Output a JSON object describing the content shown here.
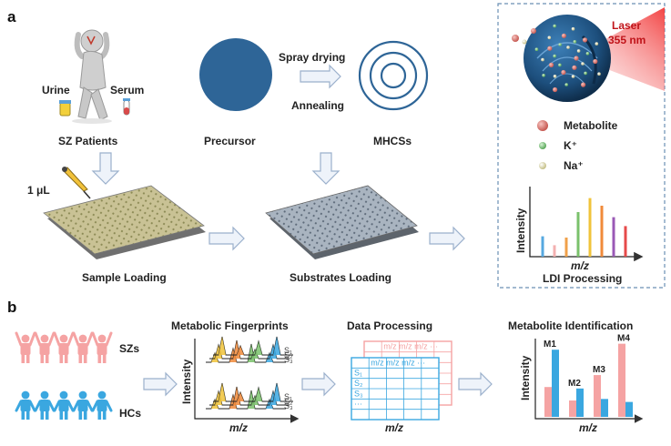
{
  "panel_a": {
    "label": "a",
    "urine": "Urine",
    "serum": "Serum",
    "sz_patients": "SZ Patients",
    "precursor": "Precursor",
    "spray_drying": "Spray drying",
    "annealing": "Annealing",
    "mhcss": "MHCSs",
    "volume": "1 μL",
    "sample_loading": "Sample Loading",
    "substrates_loading": "Substrates Loading",
    "laser_line1": "Laser",
    "laser_line2": "355 nm",
    "legend": {
      "metabolite": "Metabolite",
      "k": "K⁺",
      "na": "Na⁺"
    },
    "spectrum_ylabel": "Intensity",
    "spectrum_xlabel": "m/z",
    "ldi_processing": "LDI Processing",
    "colors": {
      "precursor": "#2e6597",
      "metabolite": "#d9706b",
      "k": "#7cc57a",
      "na": "#e8e3b0",
      "laser": "#ef4f4f"
    },
    "spectrum_bars": [
      {
        "height": 0.32,
        "color": "#56a8e0"
      },
      {
        "height": 0.18,
        "color": "#f3b0b0"
      },
      {
        "height": 0.3,
        "color": "#f0a14a"
      },
      {
        "height": 0.7,
        "color": "#7ac16b"
      },
      {
        "height": 0.92,
        "color": "#f0c33a"
      },
      {
        "height": 0.8,
        "color": "#f08a3a"
      },
      {
        "height": 0.62,
        "color": "#9a59b6"
      },
      {
        "height": 0.48,
        "color": "#e64a4a"
      }
    ]
  },
  "panel_b": {
    "label": "b",
    "szs": "SZs",
    "hcs": "HCs",
    "metabolic_fingerprints": "Metabolic Fingerprints",
    "data_processing": "Data Processing",
    "metabolite_identification": "Metabolite Identification",
    "intensity": "Intensity",
    "mz": "m/z",
    "spectra_sz": [
      "S₁",
      "S₂",
      "S₃"
    ],
    "spectra_hc": [
      "S₁",
      "S₂",
      "S₃"
    ],
    "table_header": "m/z m/z m/z ···",
    "table_rows": [
      "S₁",
      "S₂",
      "S₃",
      "···"
    ],
    "colors": {
      "sz": "#f5a3a3",
      "hc": "#3aa7e0"
    },
    "metabolites": [
      {
        "name": "M1",
        "sz": 0.4,
        "hc": 0.9
      },
      {
        "name": "M2",
        "sz": 0.22,
        "hc": 0.38
      },
      {
        "name": "M3",
        "sz": 0.56,
        "hc": 0.24
      },
      {
        "name": "M4",
        "sz": 0.98,
        "hc": 0.2
      }
    ]
  }
}
